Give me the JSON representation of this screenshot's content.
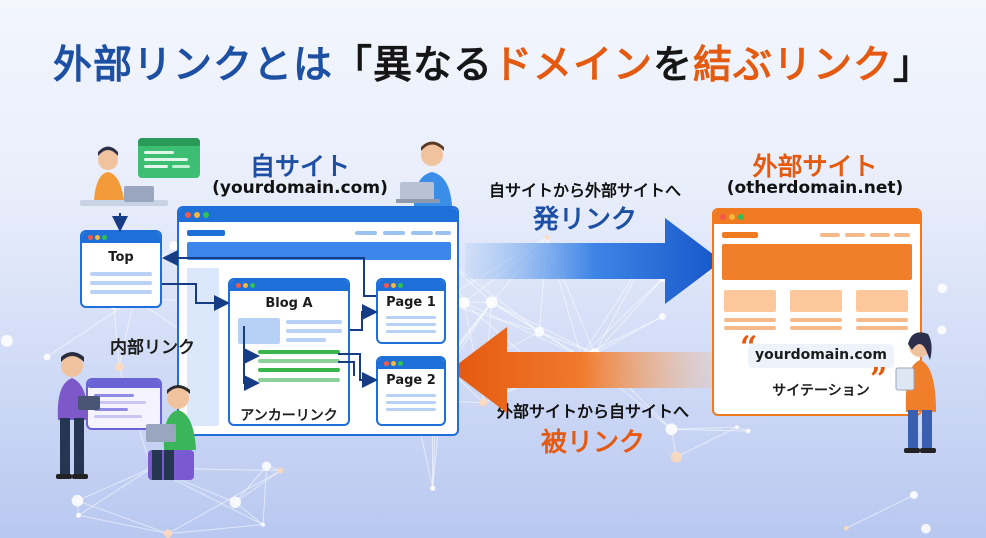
{
  "title": {
    "part1": "外部リンクとは",
    "part2": "「異なる",
    "part3": "ドメイン",
    "part4": "を",
    "part5": "結ぶリンク",
    "part6": "」"
  },
  "own_site": {
    "name": "自サイト",
    "domain": "(yourdomain.com)",
    "top_label": "Top",
    "blog_label": "Blog A",
    "page1_label": "Page 1",
    "page2_label": "Page 2",
    "internal_link_label": "内部リンク",
    "anchor_link_label": "アンカーリンク"
  },
  "external_site": {
    "name": "外部サイト",
    "domain": "(otherdomain.net)",
    "citation_text": "yourdomain.com",
    "citation_label": "サイテーション"
  },
  "outgoing": {
    "caption": "自サイトから外部サイトへ",
    "label": "発リンク"
  },
  "incoming": {
    "caption": "外部サイトから自サイトへ",
    "label": "被リンク"
  },
  "colors": {
    "blue": "#1d4fa3",
    "orange": "#e35a10",
    "window_blue": "#1f6fd9",
    "window_orange": "#ef7a22"
  }
}
